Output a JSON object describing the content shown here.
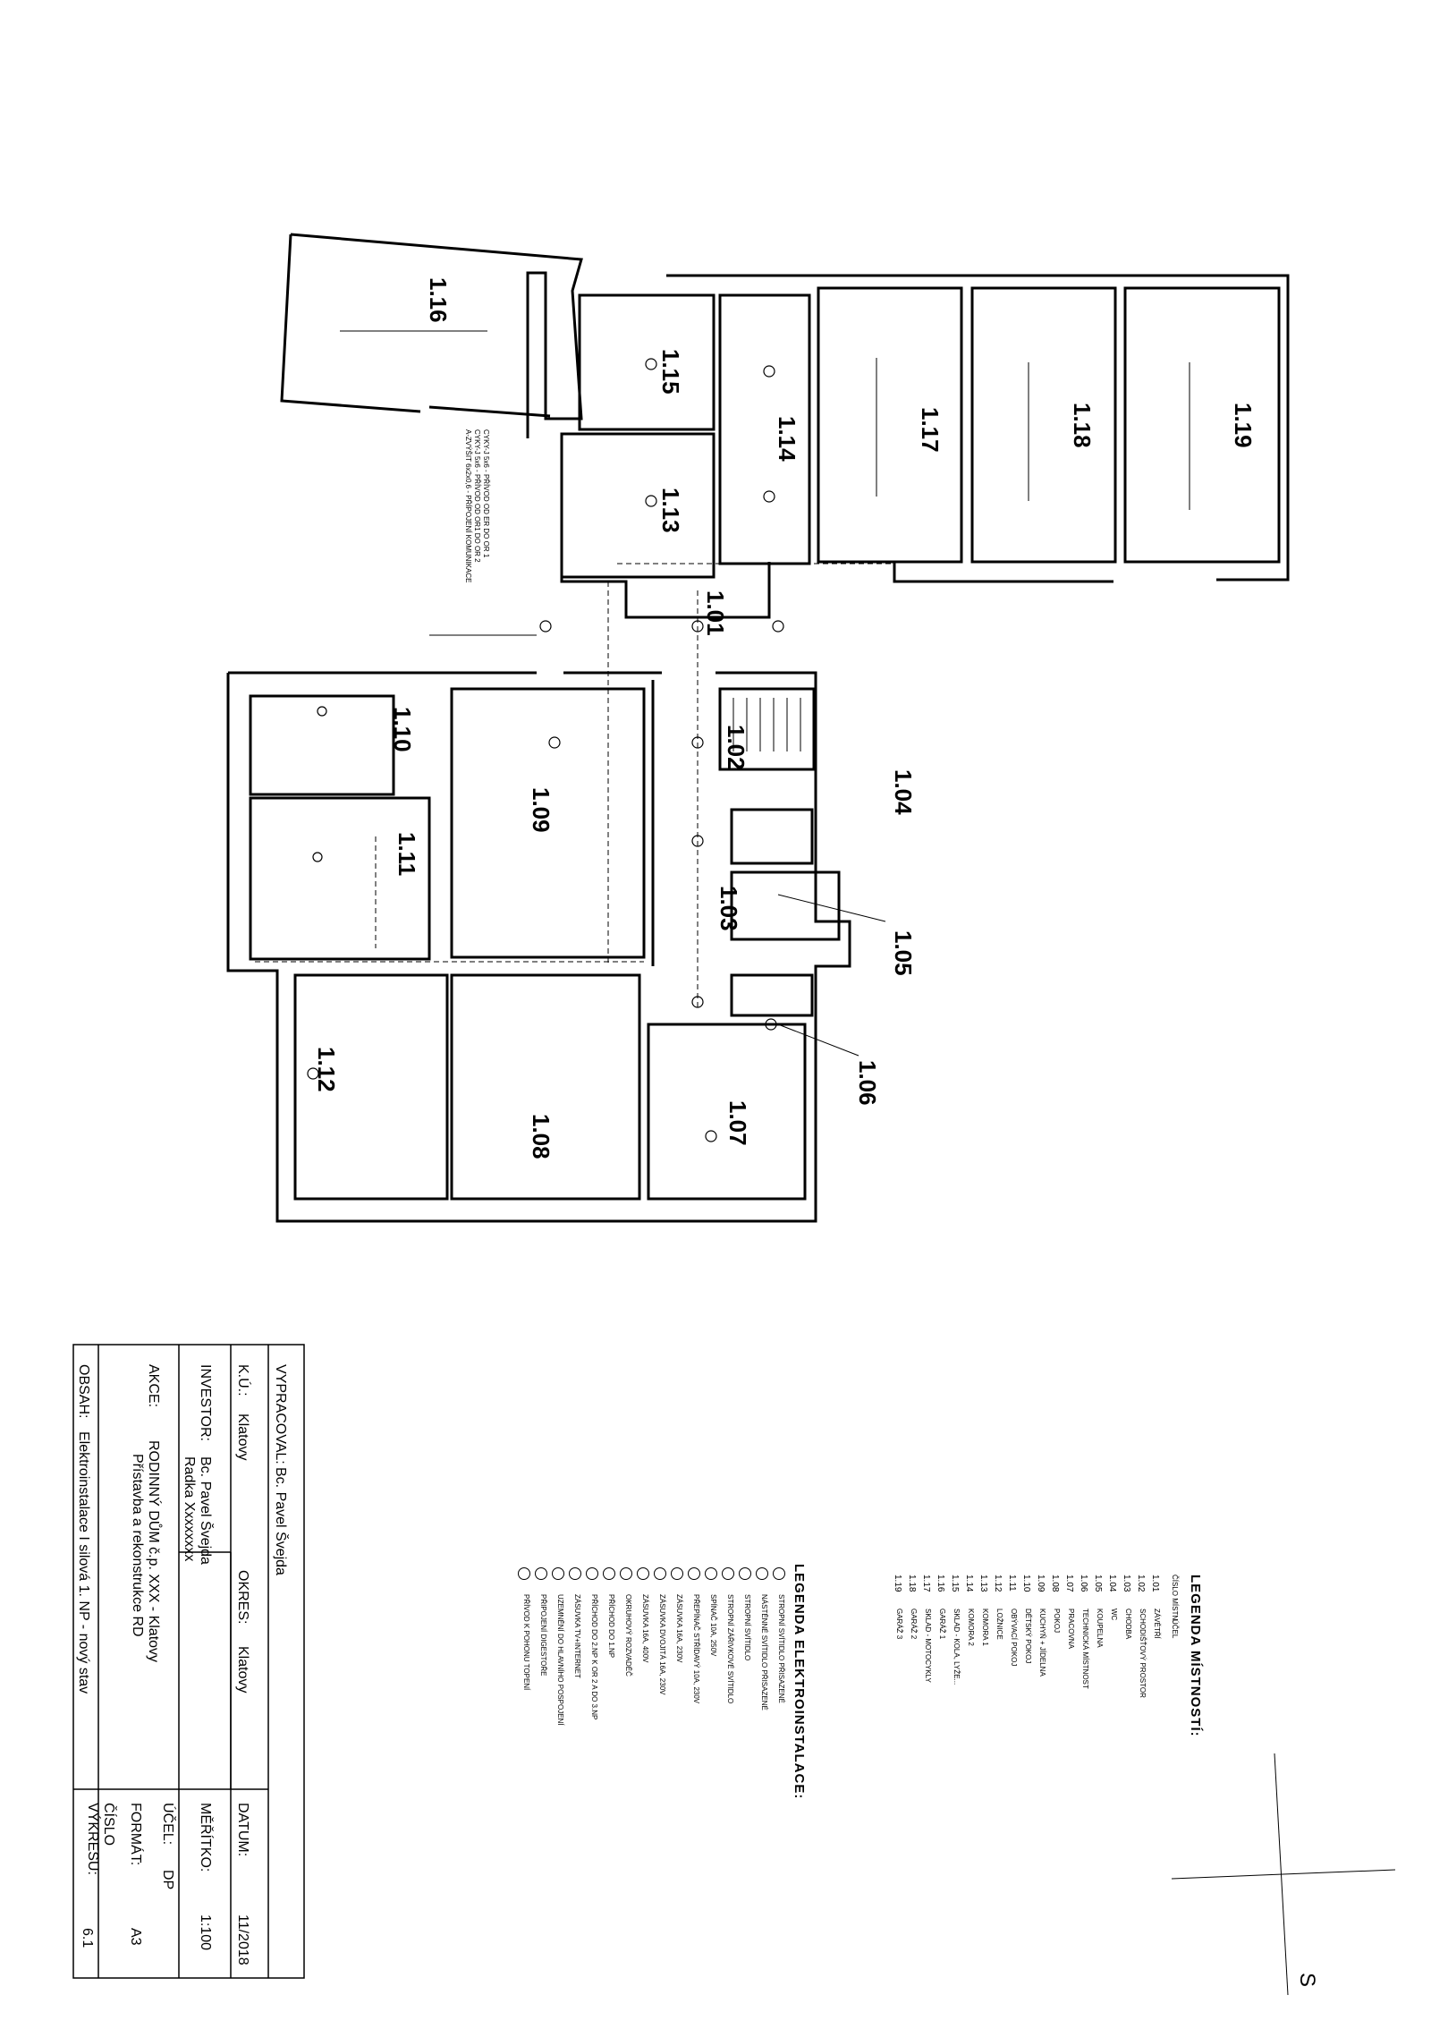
{
  "rooms": [
    {
      "id": "1.01",
      "name": "ZÁVĚTŘÍ"
    },
    {
      "id": "1.02",
      "name": "SCHODIŠŤOVÝ PROSTOR"
    },
    {
      "id": "1.03",
      "name": "CHODBA"
    },
    {
      "id": "1.04",
      "name": "WC"
    },
    {
      "id": "1.05",
      "name": "KOUPELNA"
    },
    {
      "id": "1.06",
      "name": "TECHNICKÁ MÍSTNOST"
    },
    {
      "id": "1.07",
      "name": "PRACOVNA"
    },
    {
      "id": "1.08",
      "name": "POKOJ"
    },
    {
      "id": "1.09",
      "name": "KUCHYŇ + JÍDELNA"
    },
    {
      "id": "1.10",
      "name": "DĚTSKÝ POKOJ"
    },
    {
      "id": "1.11",
      "name": "OBÝVACÍ POKOJ"
    },
    {
      "id": "1.12",
      "name": "LOŽNICE"
    },
    {
      "id": "1.13",
      "name": "KOMORA 1"
    },
    {
      "id": "1.14",
      "name": "KOMORA 2"
    },
    {
      "id": "1.15",
      "name": "SKLAD - KOLA, LYŽE..."
    },
    {
      "id": "1.16",
      "name": "GARÁŽ 1"
    },
    {
      "id": "1.17",
      "name": "SKLAD - MOTOCYKLY"
    },
    {
      "id": "1.18",
      "name": "GARÁŽ 2"
    },
    {
      "id": "1.19",
      "name": "GARÁŽ 3"
    }
  ],
  "legend_rooms": {
    "title": "LEGENDA MÍSTNOSTÍ:",
    "col_number": "ČÍSLO MÍSTN.",
    "col_purpose": "ÚČEL"
  },
  "legend_electro": {
    "title": "LEGENDA ELEKTROINSTALACE:",
    "items": [
      "STROPNÍ SVÍTIDLO PŘISAZENÉ",
      "NÁSTĚNNÉ SVÍTIDLO PŘISAZENÉ",
      "STROPNÍ SVÍTIDLO",
      "STROPNÍ ZÁŘIVKOVÉ SVÍTIDLO",
      "SPÍNAČ 10A, 250V",
      "PŘEPÍNAČ STŘÍDAVÝ 10A, 230V",
      "ZÁSUVKA 16A, 230V",
      "ZÁSUVKA DVOJITÁ 16A, 230V",
      "ZÁSUVKA 16A, 400V",
      "OKRUHOVÝ ROZVADĚČ",
      "PŘÍCHOD DO 1.NP",
      "PŘÍCHOD DO 2.NP K OR 2 A DO 3.NP",
      "ZÁSUVKA TV+INTERNET",
      "UZEMNĚNÍ DO HLAVNÍHO POSPOJENÍ",
      "PŘIPOJENÍ DIGESTOŘE",
      "PŘÍVOD K POHONU TOPENÍ"
    ]
  },
  "title_block": {
    "vypracoval_label": "VYPRACOVAL:",
    "vypracoval": "Bc. Pavel Švejda",
    "ku_label": "K.Ú.:",
    "ku": "Klatovy",
    "okres_label": "OKRES:",
    "okres": "Klatovy",
    "investor_label": "INVESTOR:",
    "investor_1": "Bc. Pavel Švejda",
    "investor_2": "Radka Xxxxxxxx",
    "akce_label": "AKCE:",
    "akce_1": "RODINNÝ DŮM č.p. XXX - Klatovy",
    "akce_2": "Přístavba a rekonstrukce RD",
    "obsah_label": "OBSAH:",
    "obsah": "Elektroinstalace I silová 1. NP - nový stav",
    "datum_label": "DATUM:",
    "datum": "11/2018",
    "meritko_label": "MĚŘÍTKO:",
    "meritko": "1:100",
    "ucel_label": "ÚČEL:",
    "ucel": "DP",
    "format_label": "FORMÁT:",
    "format": "A3",
    "cislo_label": "ČÍSLO VÝKRESU:",
    "cislo": "6.1"
  },
  "plan_notes": {
    "cable_1": "CYKY-J 5x6 - PŘÍVOD OD ER DO OR 1",
    "cable_2": "CYKY-J 5x6 - PŘÍVOD OD OR1 DO OR 2",
    "cable_3": "A-ZVÝŠIT 6x2x0,6 - PŘÍPOJENÍ KOMUNIKACE"
  },
  "north": "S"
}
